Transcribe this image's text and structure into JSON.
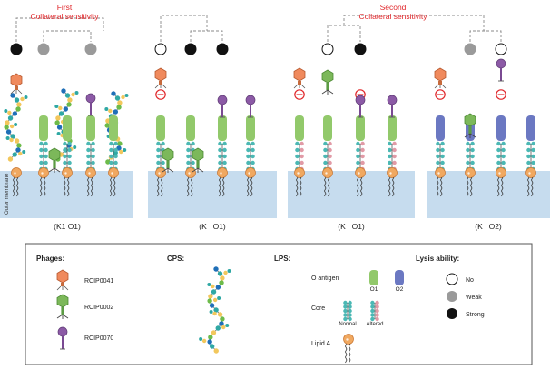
{
  "annotations": {
    "first_line1": "First",
    "first_line2": "Collateral sensitivity",
    "second_line1": "Second",
    "second_line2": "Collateral sensitivity"
  },
  "membrane_label": "Outer membrane",
  "panels": [
    {
      "label": "(K1 O1)"
    },
    {
      "label": "(K⁻ O1)"
    },
    {
      "label": "(K⁻ O1)"
    },
    {
      "label": "(K⁻ O2)"
    }
  ],
  "legend": {
    "phages_title": "Phages:",
    "phages": [
      {
        "name": "RCIP0041"
      },
      {
        "name": "RCIP0002"
      },
      {
        "name": "RCIP0070"
      }
    ],
    "cps_title": "CPS:",
    "lps_title": "LPS:",
    "o_antigen_label": "O antigen",
    "o1_label": "O1",
    "o2_label": "O2",
    "core_label": "Core",
    "normal_label": "Normal",
    "altered_label": "Altered",
    "lipid_a_label": "Lipid A",
    "lysis_title": "Lysis ability:",
    "lysis": [
      {
        "label": "No",
        "fill": "#ffffff"
      },
      {
        "label": "Weak",
        "fill": "#9a9a9a"
      },
      {
        "label": "Strong",
        "fill": "#111111"
      }
    ]
  },
  "colors": {
    "annotation_red": "#e0262a",
    "membrane": "#c6dcee",
    "o1_green": "#92c96b",
    "o2_blue": "#6b78c2",
    "core_teal": "#4bb8b4",
    "altered_pink": "#e19aa6",
    "lipid_orange": "#f0a860",
    "phage_orange": "#f08a5d",
    "phage_green": "#7cb85a",
    "phage_purple": "#8c5aa6",
    "inhibit_red": "#e0262a",
    "cps_blue": "#1f6fb7",
    "cps_teal": "#2fa8a4",
    "cps_yellow": "#f2c75c",
    "cps_green": "#6dbb4a"
  }
}
